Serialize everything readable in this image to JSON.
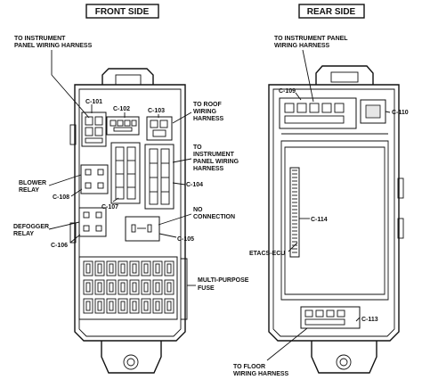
{
  "headers": {
    "front": "FRONT SIDE",
    "rear": "REAR SIDE"
  },
  "front_labels": {
    "ip_harness_top": [
      "TO INSTRUMENT",
      "PANEL WIRING HARNESS"
    ],
    "roof": [
      "TO ROOF",
      "WIRING",
      "HARNESS"
    ],
    "ip_harness_right": [
      "TO",
      "INSTRUMENT",
      "PANEL WIRING",
      "HARNESS"
    ],
    "blower": [
      "BLOWER",
      "RELAY"
    ],
    "defogger": [
      "DEFOGGER",
      "RELAY"
    ],
    "no_connection": [
      "NO",
      "CONNECTION"
    ],
    "fuse": [
      "MULTI-PURPOSE",
      "FUSE"
    ]
  },
  "front_connectors": {
    "c101": "C-101",
    "c102": "C-102",
    "c103": "C-103",
    "c104": "C-104",
    "c105": "C-105",
    "c106": "C-106",
    "c107": "C-107",
    "c108": "C-108"
  },
  "rear_labels": {
    "ip_harness": [
      "TO INSTRUMENT PANEL",
      "WIRING HARNESS"
    ],
    "etacs": "ETACS-ECU",
    "floor": [
      "TO FLOOR",
      "WIRING HARNESS"
    ]
  },
  "rear_connectors": {
    "c109": "C-109",
    "c110": "C-110",
    "c113": "C-113",
    "c114": "C-114"
  }
}
